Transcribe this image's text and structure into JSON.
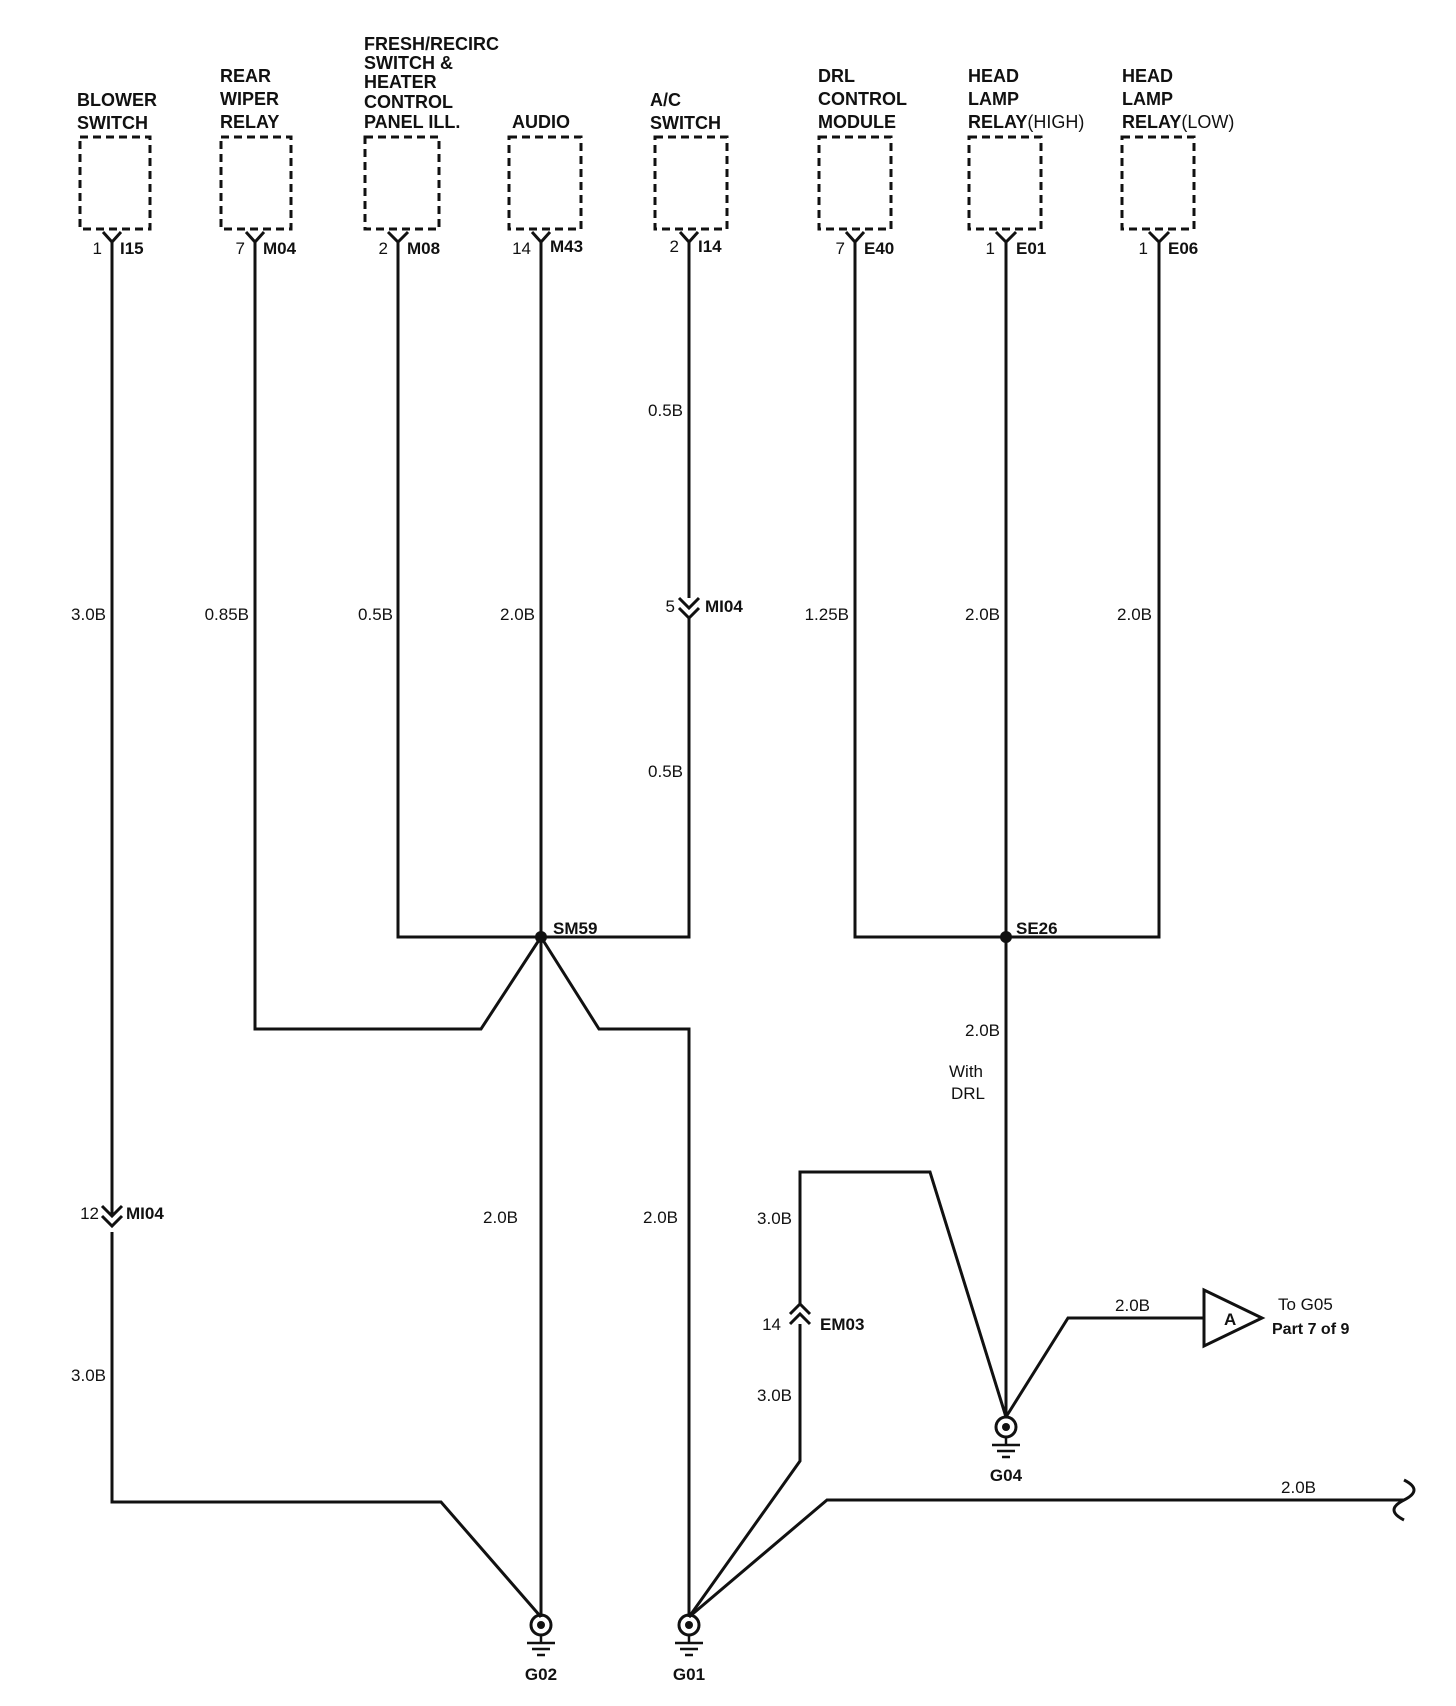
{
  "components": {
    "blower": {
      "lines": [
        "BLOWER",
        "SWITCH"
      ],
      "pin": "1",
      "connector": "I15"
    },
    "rear_wiper": {
      "lines": [
        "REAR",
        "WIPER",
        "RELAY"
      ],
      "pin": "7",
      "connector": "M04"
    },
    "fresh_recirc": {
      "lines": [
        "FRESH/RECIRC",
        "SWITCH &",
        "HEATER",
        "CONTROL",
        "PANEL ILL."
      ],
      "pin": "2",
      "connector": "M08"
    },
    "audio": {
      "lines": [
        "AUDIO"
      ],
      "pin": "14",
      "connector": "M43"
    },
    "ac_switch": {
      "lines": [
        "A/C",
        "SWITCH"
      ],
      "pin": "2",
      "connector": "I14"
    },
    "drl": {
      "lines": [
        "DRL",
        "CONTROL",
        "MODULE"
      ],
      "pin": "7",
      "connector": "E40"
    },
    "head_high": {
      "lines": [
        "HEAD",
        "LAMP",
        "RELAY"
      ],
      "suffix": "(HIGH)",
      "pin": "1",
      "connector": "E01"
    },
    "head_low": {
      "lines": [
        "HEAD",
        "LAMP",
        "RELAY"
      ],
      "suffix": "(LOW)",
      "pin": "1",
      "connector": "E06"
    }
  },
  "wires": {
    "blower_upper": "3.0B",
    "blower_lower": "3.0B",
    "rear_wiper": "0.85B",
    "fresh": "0.5B",
    "audio": "2.0B",
    "ac_upper": "0.5B",
    "ac_lower": "0.5B",
    "drl": "1.25B",
    "head_high": "2.0B",
    "head_low": "2.0B",
    "sm59_to_g02": "2.0B",
    "sm59_to_g01": "2.0B",
    "se26_down": "2.0B",
    "em03_upper": "3.0B",
    "em03_lower": "3.0B",
    "g04_to_a": "2.0B",
    "g01_right": "2.0B"
  },
  "inline_connectors": {
    "mi04_blower": {
      "pin": "12",
      "name": "MI04"
    },
    "mi04_ac": {
      "pin": "5",
      "name": "MI04"
    },
    "em03": {
      "pin": "14",
      "name": "EM03"
    }
  },
  "splices": {
    "sm59": "SM59",
    "se26": "SE26"
  },
  "grounds": {
    "g02": "G02",
    "g01": "G01",
    "g04": "G04"
  },
  "notes": {
    "with_drl": [
      "With",
      "DRL"
    ],
    "offpage_letter": "A",
    "offpage_to": "To G05",
    "offpage_part": "Part 7 of 9"
  }
}
